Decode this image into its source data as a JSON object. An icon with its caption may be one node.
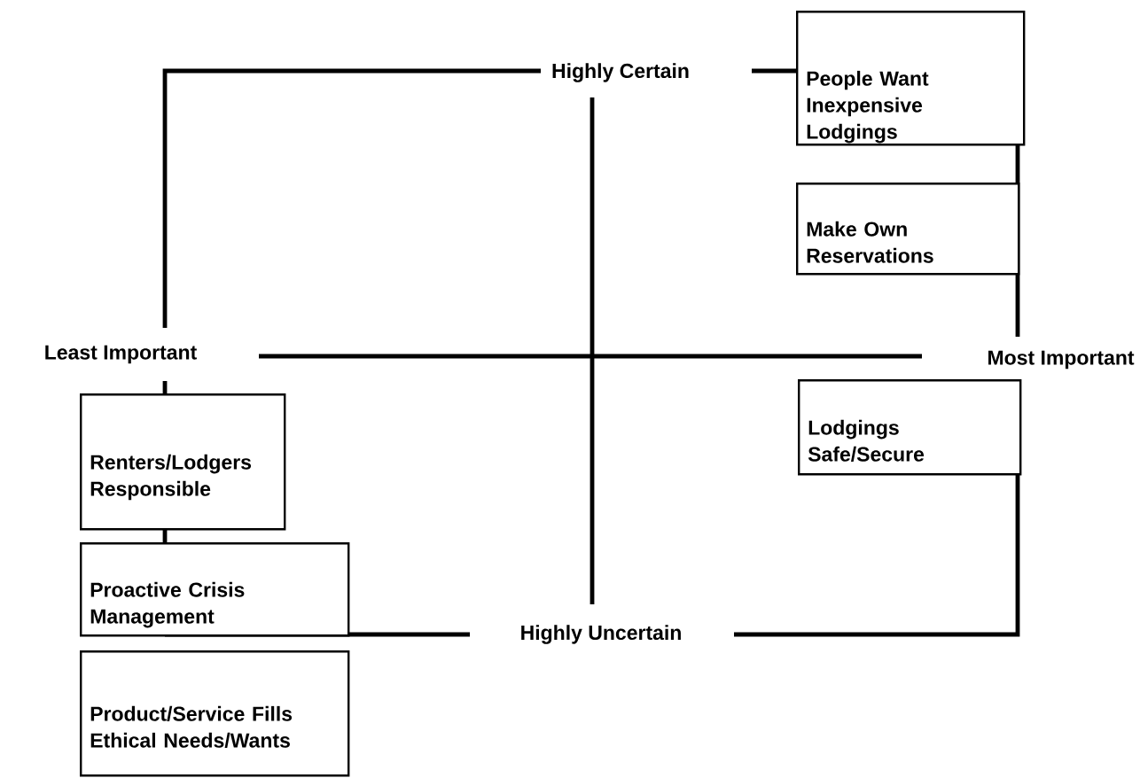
{
  "diagram": {
    "nodes": [
      {
        "text": [
          "People Want Inexpensive Lodgings"
        ]
      },
      {
        "text": [
          "Make Own Reservations"
        ]
      },
      {
        "text": [
          "Lodgings Safe/Secure"
        ]
      },
      {
        "text": [
          "Renters/Lodgers Responsible"
        ]
      },
      {
        "text": [
          "Proactive Crisis Management"
        ]
      },
      {
        "text": [
          "Product/Service Fills Ethical Needs/Wants"
        ]
      }
    ],
    "labels": [
      "Highly Certain",
      "Least Important",
      "Most Important",
      "Highly Uncertain"
    ]
  }
}
